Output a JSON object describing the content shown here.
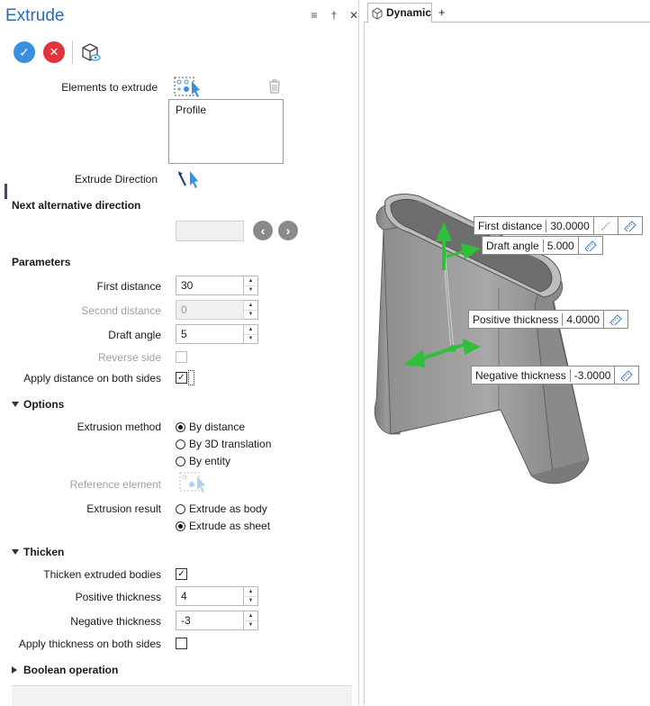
{
  "panel": {
    "title": "Extrude",
    "elements_label": "Elements to extrude",
    "elements_list": [
      "Profile"
    ],
    "direction_label": "Extrude Direction",
    "next_alt_label": "Next alternative direction"
  },
  "parameters": {
    "heading": "Parameters",
    "first_distance_label": "First distance",
    "first_distance_value": "30",
    "second_distance_label": "Second distance",
    "second_distance_value": "0",
    "draft_angle_label": "Draft angle",
    "draft_angle_value": "5",
    "reverse_side_label": "Reverse side",
    "both_sides_label": "Apply distance on both sides"
  },
  "options": {
    "heading": "Options",
    "method_label": "Extrusion method",
    "methods": [
      "By distance",
      "By 3D translation",
      "By entity"
    ],
    "reference_label": "Reference element",
    "result_label": "Extrusion result",
    "results": [
      "Extrude as body",
      "Extrude as sheet"
    ]
  },
  "thicken": {
    "heading": "Thicken",
    "thicken_label": "Thicken extruded bodies",
    "pos_label": "Positive thickness",
    "pos_value": "4",
    "neg_label": "Negative thickness",
    "neg_value": "-3",
    "both_label": "Apply thickness on both sides"
  },
  "boolean": {
    "heading": "Boolean operation"
  },
  "viewport": {
    "tab_label": "Dynamic",
    "add_tab": "+",
    "tags": {
      "first_distance": {
        "label": "First distance",
        "value": "30.0000"
      },
      "draft_angle": {
        "label": "Draft angle",
        "value": "5.000"
      },
      "positive_thickness": {
        "label": "Positive thickness",
        "value": "4.0000"
      },
      "negative_thickness": {
        "label": "Negative thickness",
        "value": "-3.0000"
      }
    }
  },
  "colors": {
    "accent": "#2d6bb5",
    "ok": "#3b8fe0",
    "cancel": "#e0353b",
    "arrow": "#2fbf3a",
    "body": "#8a8a8a"
  }
}
